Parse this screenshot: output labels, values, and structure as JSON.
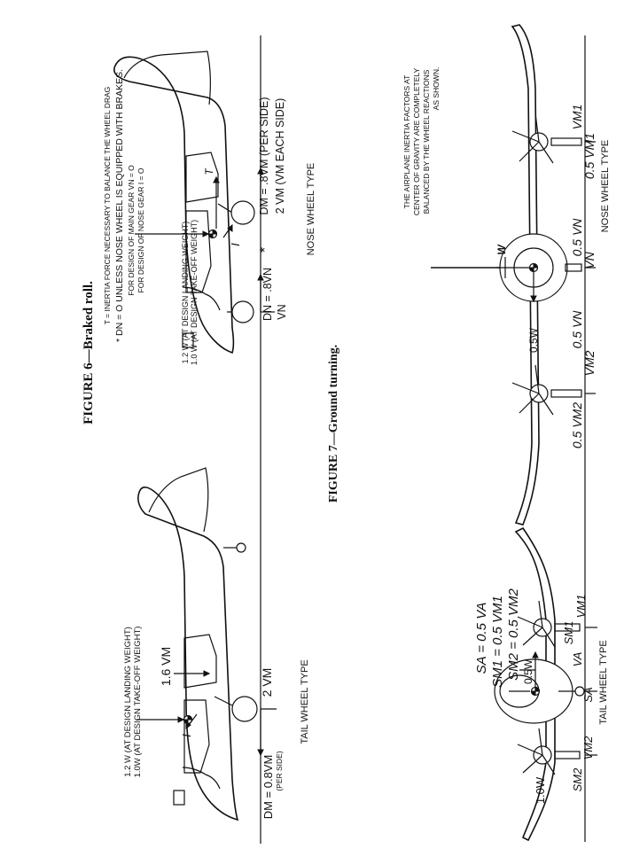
{
  "figure6": {
    "caption": "FIGURE 6—Braked roll.",
    "tail": {
      "weight_line1": "1.2 W (AT DESIGN LANDING WEIGHT)",
      "weight_line2": "1.0W (AT DESIGN TAKE-OFF WEIGHT)",
      "v_label": "1.6 VM",
      "inertia": "I",
      "drag": "DM = 0.8VM",
      "per_side": "(PER SIDE)",
      "vertical": "2 VM",
      "type_label": "TAIL WHEEL TYPE"
    },
    "nose": {
      "note_t": "T = INERTIA FORCE NECESSARY TO BALANCE THE WHEEL DRAG",
      "note_dn": "* DN = O UNLESS NOSE WHEEL IS EQUIPPED WITH BRAKES.",
      "note_main": "FOR DESIGN OF MAIN GEAR VN = O",
      "note_nose": "FOR DESIGN OF NOSE GEAR I = O",
      "weight_line1": "1.2 W (AT DESIGN LANDING WEIGHT)",
      "weight_line2": "1.0 W (AT DESIGN TAKE-OFF WEIGHT)",
      "t_label": "T",
      "inertia": "I",
      "dm": "DM = .8VM (PER SIDE)",
      "vm": "2 VM (VM EACH SIDE)",
      "star": "*",
      "dn": "DN = .8VN",
      "vn": "VN",
      "type_label": "NOSE WHEEL TYPE"
    }
  },
  "figure7": {
    "caption": "FIGURE 7—Ground turning.",
    "tail": {
      "eq1": "SA = 0.5 VA",
      "eq2": "SM1 = 0.5 VM1",
      "eq3": "SM2 = 0.5 VM2",
      "w_half": "0.5W",
      "w_one": "1.0W",
      "sm1": "SM1",
      "vm1": "VM1",
      "sa": "SA",
      "va": "VA",
      "sm2": "SM2",
      "vm2": "VM2",
      "type_label": "TAIL WHEEL TYPE"
    },
    "nose": {
      "note1": "THE AIRPLANE INERTIA FACTORS AT",
      "note2": "CENTER OF GRAVITY ARE COMPLETELY",
      "note3": "BALANCED BY THE WHEEL REACTIONS",
      "note4": "AS SHOWN.",
      "w": "W",
      "w_half": "0.5W",
      "vm1": "VM1",
      "vm1b": "0.5 VM1",
      "vn": "VN",
      "vn_half": "0.5 VN",
      "vn_half2": "0.5 VN",
      "vm2": "VM2",
      "vm2b": "0.5 VM2",
      "type_label": "NOSE WHEEL TYPE"
    }
  }
}
